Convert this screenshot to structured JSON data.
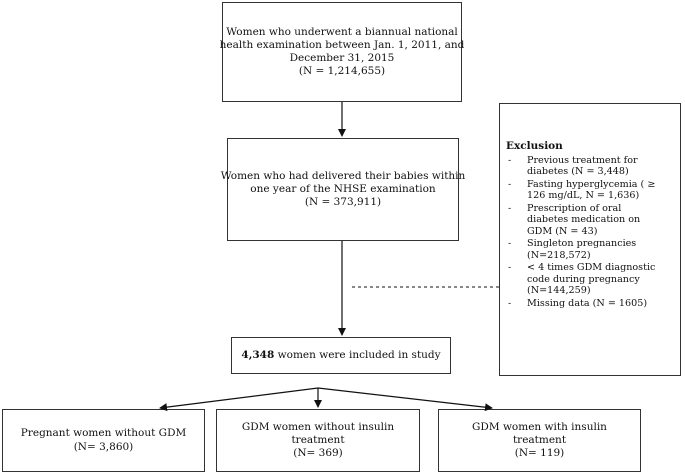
{
  "boxes": {
    "top": {
      "lines": [
        "Women who underwent a biannual national",
        "health examination between Jan. 1, 2011, and",
        "December 31, 2015",
        "(N = 1,214,655)"
      ]
    },
    "delivered": {
      "lines": [
        "Women who had delivered their babies within",
        "one year of the NHSE examination",
        "(N = 373,911)"
      ]
    },
    "included": {
      "count": "4,348",
      "text": " women were included in study"
    },
    "branches": [
      {
        "lines": [
          "Pregnant women without GDM",
          "(N= 3,860)"
        ]
      },
      {
        "lines": [
          "GDM women without insulin",
          "treatment",
          "(N= 369)"
        ]
      },
      {
        "lines": [
          "GDM women with insulin",
          "treatment",
          "(N= 119)"
        ]
      }
    ]
  },
  "exclusion": {
    "title": "Exclusion",
    "bullet": "-",
    "items": [
      {
        "lines": [
          "Previous treatment for",
          "diabetes (N = 3,448)"
        ]
      },
      {
        "lines": [
          "Fasting hyperglycemia ( ≥",
          "126 mg/dL, N = 1,636)"
        ]
      },
      {
        "lines": [
          "Prescription of oral",
          "diabetes medication on",
          "GDM (N = 43)"
        ]
      },
      {
        "lines": [
          "Singleton pregnancies",
          "(N=218,572)"
        ]
      },
      {
        "lines": [
          "< 4 times GDM diagnostic",
          "code during pregnancy",
          "(N=144,259)"
        ]
      },
      {
        "lines": [
          "Missing data (N = 1605)"
        ]
      }
    ]
  },
  "colors": {
    "border": "#333333",
    "text": "#111111",
    "background": "#ffffff"
  }
}
